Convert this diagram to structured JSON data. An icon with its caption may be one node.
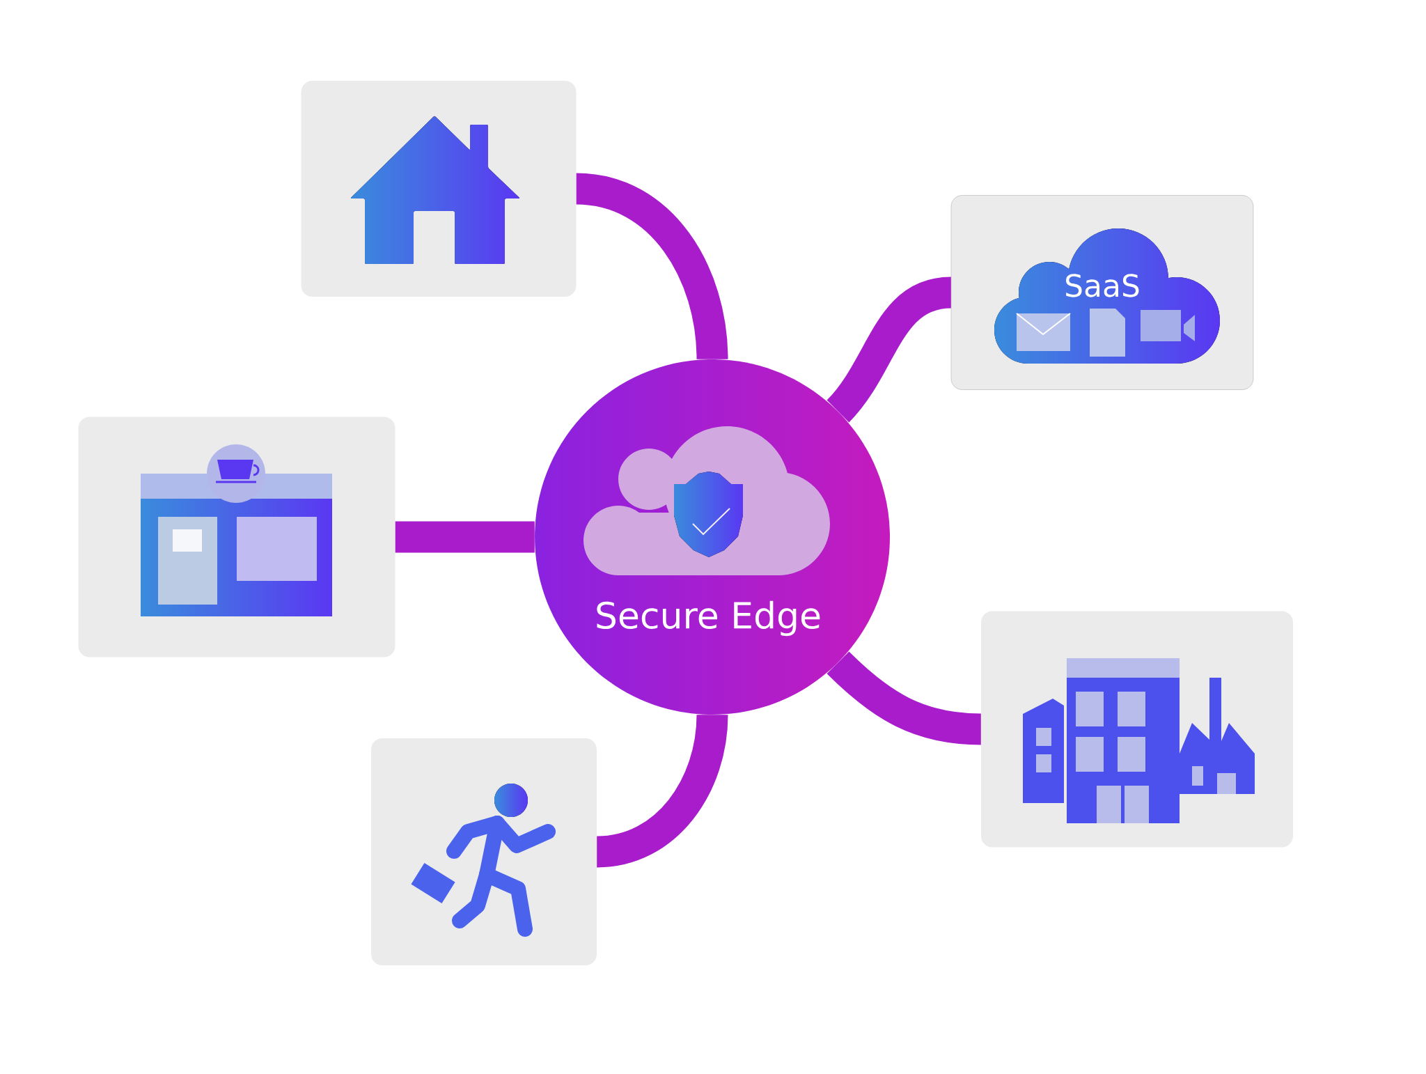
{
  "diagram": {
    "nodes": [
      {
        "text": [
          "Secure Edge"
        ]
      },
      {
        "text": [],
        "shape": "picture"
      },
      {
        "text": [
          "SaaS"
        ]
      },
      {
        "text": [],
        "shape": "picture"
      },
      {
        "text": [],
        "shape": "picture"
      },
      {
        "text": [],
        "shape": "picture"
      }
    ],
    "edges": [
      {
        "from": 0,
        "to": 1,
        "arrow": "none"
      },
      {
        "from": 0,
        "to": 2,
        "arrow": "none"
      },
      {
        "from": 0,
        "to": 3,
        "arrow": "none"
      },
      {
        "from": 0,
        "to": 4,
        "arrow": "none"
      },
      {
        "from": 0,
        "to": 5,
        "arrow": "none"
      }
    ]
  }
}
